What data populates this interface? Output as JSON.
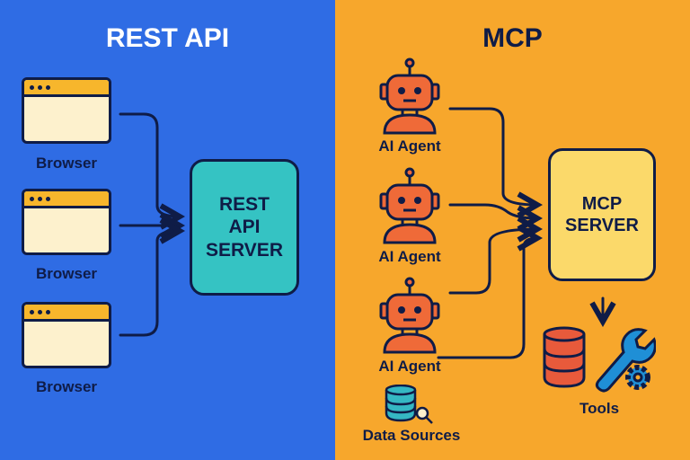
{
  "rest": {
    "title": "REST API",
    "browsers": [
      {
        "label": "Browser"
      },
      {
        "label": "Browser"
      },
      {
        "label": "Browser"
      }
    ],
    "server": {
      "line1": "REST",
      "line2": "API",
      "line3": "SERVER"
    }
  },
  "mcp": {
    "title": "MCP",
    "agents": [
      {
        "label": "AI Agent"
      },
      {
        "label": "AI Agent"
      },
      {
        "label": "AI Agent"
      }
    ],
    "server": {
      "line1": "MCP",
      "line2": "SERVER"
    },
    "data_sources_label": "Data Sources",
    "tools_label": "Tools"
  },
  "colors": {
    "left_bg": "#2f6ce4",
    "right_bg": "#f7a72c",
    "ink": "#0f1c47",
    "rest_server": "#35c3c3",
    "mcp_server": "#fbd96a",
    "agent": "#ef6a38",
    "db": "#e85a3b",
    "wrench": "#1f8fd6"
  }
}
